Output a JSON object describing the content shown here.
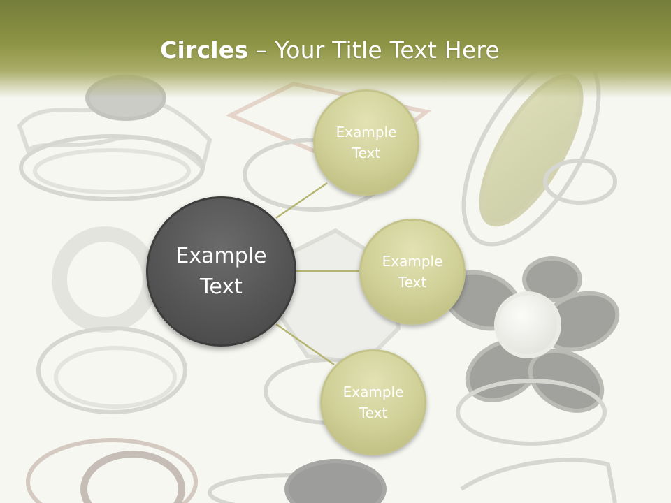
{
  "slide": {
    "title_bold": "Circles",
    "title_rest": " – Your Title Text Here"
  },
  "diagram": {
    "center": {
      "label": "Example\nText"
    },
    "nodes": [
      {
        "label": "Example\nText"
      },
      {
        "label": "Example\nText"
      },
      {
        "label": "Example\nText"
      }
    ]
  },
  "colors": {
    "title_bar": "#8d9445",
    "center_fill": "#555555",
    "node_fill": "#cfcf96",
    "connector": "#b5b572"
  }
}
